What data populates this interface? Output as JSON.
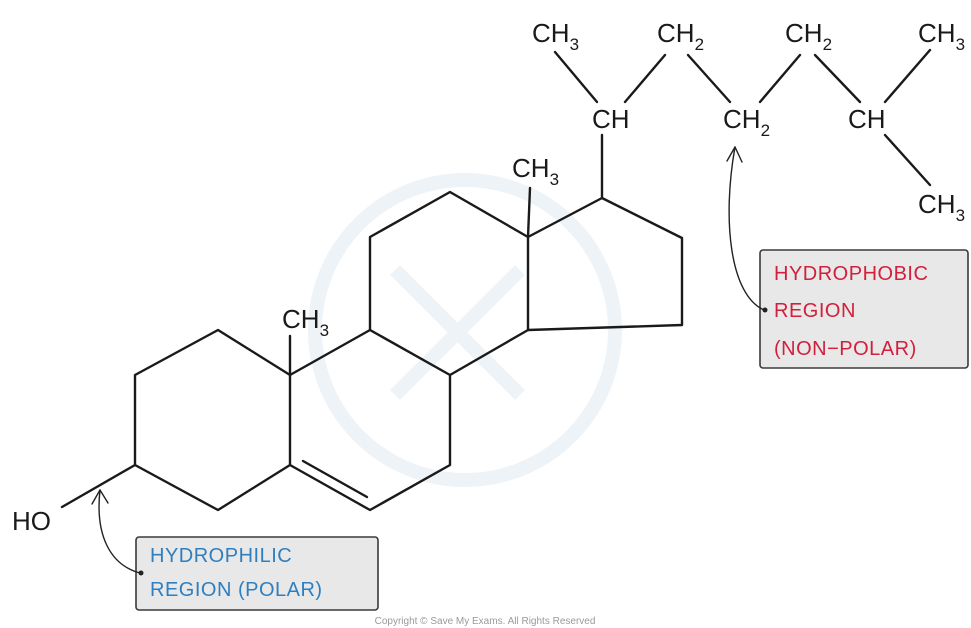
{
  "molecule": {
    "groups": {
      "ho": "HO",
      "ch3_ring_a": {
        "base": "CH",
        "sub": "3"
      },
      "ch3_ring_c": {
        "base": "CH",
        "sub": "3"
      },
      "ch3_top_left": {
        "base": "CH",
        "sub": "3"
      },
      "ch2_top_1": {
        "base": "CH",
        "sub": "2"
      },
      "ch2_top_2": {
        "base": "CH",
        "sub": "2"
      },
      "ch3_top_right": {
        "base": "CH",
        "sub": "3"
      },
      "ch_chain_1": "CH",
      "ch2_chain": {
        "base": "CH",
        "sub": "2"
      },
      "ch_chain_2": "CH",
      "ch3_bottom_right": {
        "base": "CH",
        "sub": "3"
      }
    }
  },
  "labels": {
    "hydrophilic": {
      "line1": "HYDROPHILIC",
      "line2": "REGION  (POLAR)",
      "color": "#2f7fc0"
    },
    "hydrophobic": {
      "line1": "HYDROPHOBIC",
      "line2": "REGION",
      "line3": "(NON−POLAR)",
      "color": "#d11f3c"
    }
  },
  "footer": {
    "copyright": "Copyright © Save My Exams. All Rights Reserved"
  }
}
